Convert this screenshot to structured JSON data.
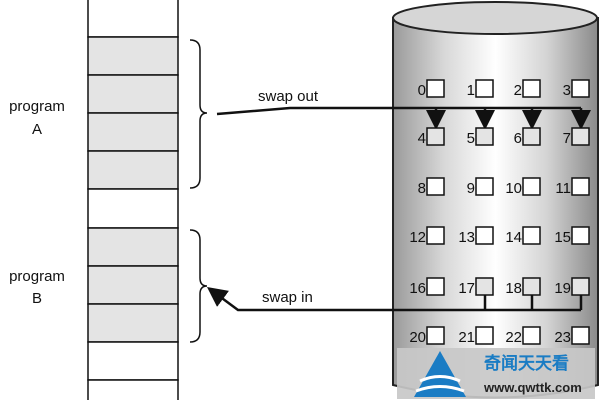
{
  "memory": {
    "program_a_label": [
      "program",
      "A"
    ],
    "program_b_label": [
      "program",
      "B"
    ],
    "rows": [
      "free",
      "A",
      "A",
      "A",
      "A",
      "free",
      "B",
      "B",
      "B",
      "free",
      "free"
    ]
  },
  "arrows": {
    "swap_out": "swap out",
    "swap_in": "swap in"
  },
  "disk": {
    "blocks": [
      {
        "n": "0",
        "filled": false
      },
      {
        "n": "1",
        "filled": false
      },
      {
        "n": "2",
        "filled": false
      },
      {
        "n": "3",
        "filled": false
      },
      {
        "n": "4",
        "filled": true
      },
      {
        "n": "5",
        "filled": true
      },
      {
        "n": "6",
        "filled": true
      },
      {
        "n": "7",
        "filled": true
      },
      {
        "n": "8",
        "filled": false
      },
      {
        "n": "9",
        "filled": false
      },
      {
        "n": "10",
        "filled": false
      },
      {
        "n": "11",
        "filled": false
      },
      {
        "n": "12",
        "filled": false
      },
      {
        "n": "13",
        "filled": false
      },
      {
        "n": "14",
        "filled": false
      },
      {
        "n": "15",
        "filled": false
      },
      {
        "n": "16",
        "filled": false
      },
      {
        "n": "17",
        "filled": true
      },
      {
        "n": "18",
        "filled": true
      },
      {
        "n": "19",
        "filled": true
      },
      {
        "n": "20",
        "filled": false
      },
      {
        "n": "21",
        "filled": false
      },
      {
        "n": "22",
        "filled": false
      },
      {
        "n": "23",
        "filled": false
      }
    ]
  },
  "watermark": {
    "title": "奇闻天天看",
    "url": "www.qwttk.com"
  },
  "colors": {
    "filled": "#e4e4e4",
    "line": "#111111",
    "watermark_blue": "#1a7cc4"
  }
}
